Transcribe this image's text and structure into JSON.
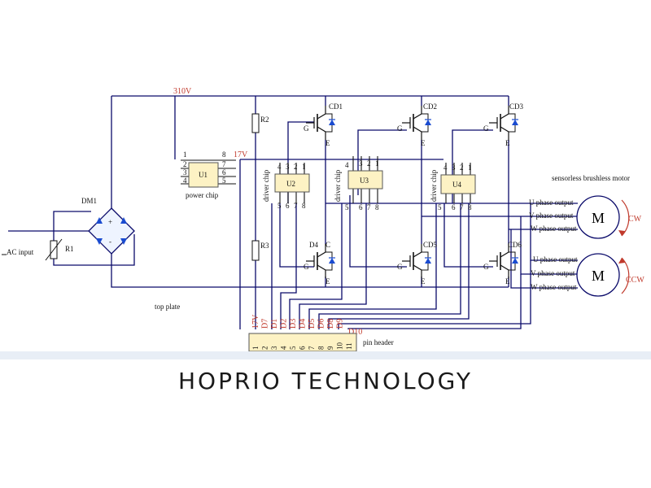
{
  "labels": {
    "bus_voltage": "310V",
    "bridge": "DM1",
    "ac_input": "AC input",
    "r1": "R1",
    "r2": "R2",
    "r3": "R3",
    "u1": "U1",
    "power_chip": "power chip",
    "v17": "17V",
    "u2": "U2",
    "u3": "U3",
    "u4": "U4",
    "driver_chip": "driver chip",
    "cd1": "CD1",
    "cd2": "CD2",
    "cd3": "CD3",
    "d4": "D4",
    "cd5": "CD5",
    "cd6": "CD6",
    "gate": "G",
    "emitter": "E",
    "collector": "C",
    "motor_title": "sensorless brushless motor",
    "motor": "M",
    "cw": "CW",
    "ccw": "CCW",
    "u_phase": "U phase output",
    "v_phase": "V phase output",
    "w_phase": "W phase output",
    "top_plate": "top plate",
    "pin_header": "pin header",
    "d10": "D10",
    "plus": "+",
    "minus": "-"
  },
  "u1_pins": [
    "1",
    "2",
    "3",
    "4",
    "8",
    "7",
    "6",
    "5"
  ],
  "driver_top_pins": [
    "4",
    "3",
    "2",
    "1"
  ],
  "u3_top_pins": [
    "4",
    "3",
    "2",
    "1"
  ],
  "driver_bottom_pins": [
    "5",
    "6",
    "7",
    "8"
  ],
  "header_signals": [
    "17V",
    "D7",
    "D1",
    "D2",
    "D3",
    "D4",
    "D5",
    "D6",
    "D8",
    "D9"
  ],
  "header_pins": [
    "1",
    "2",
    "3",
    "4",
    "5",
    "6",
    "7",
    "8",
    "9",
    "10",
    "11"
  ],
  "brand": "HOPRIO TECHNOLOGY"
}
